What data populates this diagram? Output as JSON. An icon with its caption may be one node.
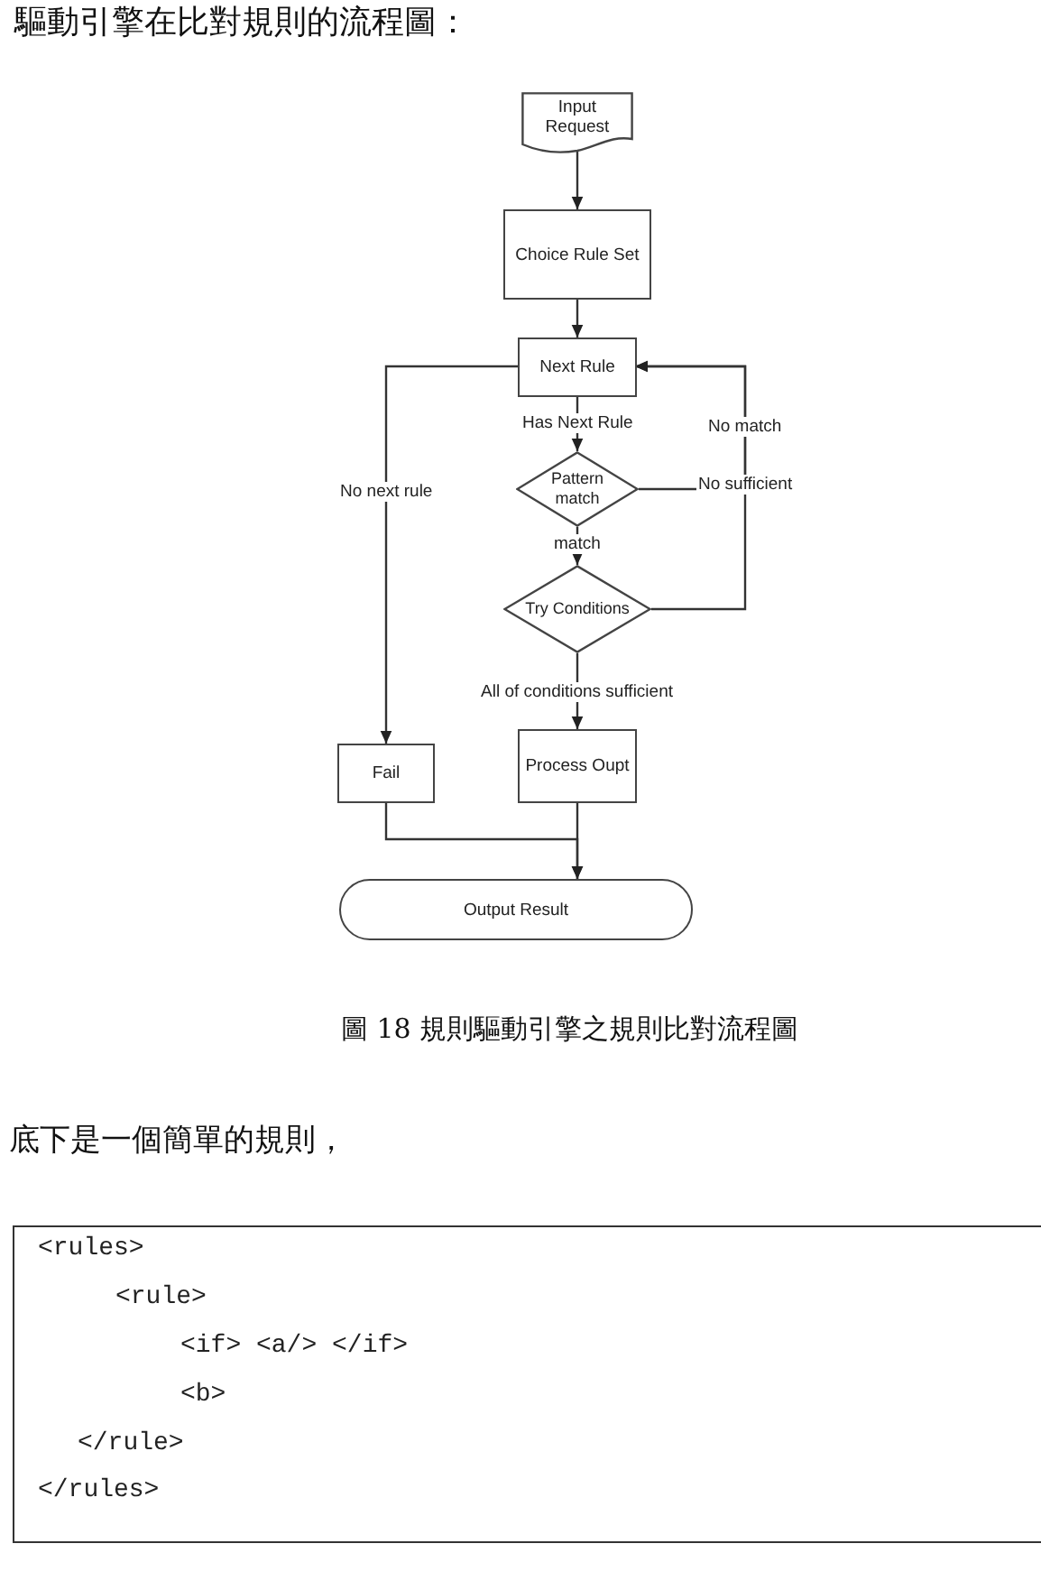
{
  "diagram": {
    "caption": "圖 18 規則驅動引擎之規則比對流程圖",
    "nodes": [
      {
        "text": [
          "Input Request"
        ]
      },
      {
        "text": [
          "Choice Rule Set"
        ]
      },
      {
        "text": [
          "Next Rule"
        ]
      },
      {
        "text": [
          "Pattern match"
        ]
      },
      {
        "text": [
          "Try Conditions"
        ]
      },
      {
        "text": [
          "Fail"
        ]
      },
      {
        "text": [
          "Process Oupt"
        ]
      },
      {
        "text": [
          "Output Result"
        ]
      },
      {
        "text": [
          "<rules>",
          "<rule>",
          "<if> <a/> </if>",
          "<b>",
          "</rule>",
          "</rules>"
        ]
      }
    ],
    "edges": [
      {
        "from": 0,
        "to": 1,
        "arrow": "to"
      },
      {
        "from": 1,
        "to": 2,
        "arrow": "to"
      },
      {
        "from": 2,
        "to": 3,
        "arrow": "to",
        "label": "Has Next Rule"
      },
      {
        "from": 3,
        "to": 4,
        "arrow": "to",
        "label": "match"
      },
      {
        "from": 3,
        "to": 2,
        "arrow": "to",
        "label": "No match"
      },
      {
        "from": 4,
        "to": 2,
        "arrow": "to",
        "label": "No sufficient"
      },
      {
        "from": 2,
        "to": 5,
        "arrow": "to",
        "label": "No next rule"
      },
      {
        "from": 4,
        "to": 6,
        "arrow": "to",
        "label": "All of conditions sufficient"
      },
      {
        "from": 5,
        "to": 7,
        "arrow": "to"
      },
      {
        "from": 6,
        "to": 7,
        "arrow": "to"
      }
    ],
    "labels": [
      "驅動引擎在比對規則的流程圖：",
      "底下是一個簡單的規則，"
    ]
  }
}
